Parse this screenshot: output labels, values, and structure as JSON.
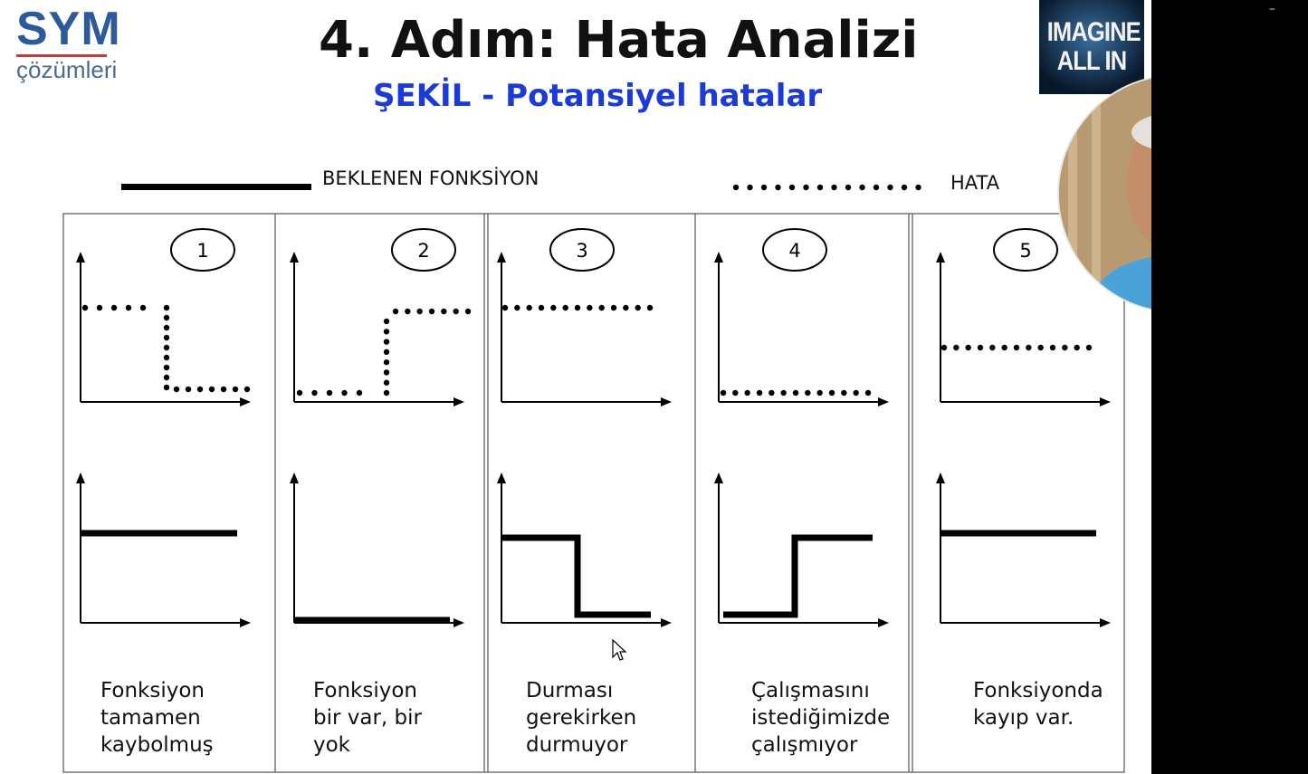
{
  "logo": {
    "name": "SYM",
    "sub": "çözümleri"
  },
  "title": "4. Adım: Hata Analizi",
  "subtitle": "ŞEKİL - Potansiyel hatalar",
  "legend": {
    "expected_label": "BEKLENEN FONKSİYON",
    "error_label": "HATA"
  },
  "badge": {
    "line1": "IMAGINE",
    "line2": "ALL IN"
  },
  "columns": [
    {
      "number": "1",
      "caption": [
        "Fonksiyon",
        "tamamen",
        "kaybolmuş"
      ]
    },
    {
      "number": "2",
      "caption": [
        "Fonksiyon",
        "bir var, bir",
        "yok"
      ]
    },
    {
      "number": "3",
      "caption": [
        "Durması",
        "gerekirken",
        "durmuyor"
      ]
    },
    {
      "number": "4",
      "caption": [
        "Çalışmasını",
        "istediğimizde",
        "çalışmıyor"
      ]
    },
    {
      "number": "5",
      "caption": [
        "Fonksiyonda",
        "kayıp var."
      ]
    }
  ],
  "window": {
    "minimize_label": "–"
  },
  "colors": {
    "title": "#111111",
    "subtitle": "#1b3ad8",
    "logo": "#2d5b9a",
    "background": "#ffffff"
  },
  "icons": [
    "cursor-icon",
    "person-webcam"
  ]
}
